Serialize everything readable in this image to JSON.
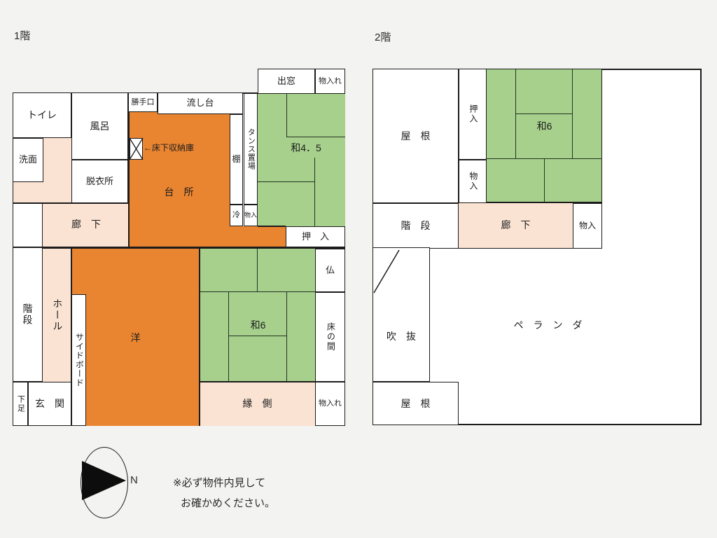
{
  "titles": {
    "floor1": "1階",
    "floor2": "2階"
  },
  "palette": {
    "tatami_green": "#a6d08c",
    "wood_orange": "#e98531",
    "corridor_pink": "#fae3d3",
    "wall_black": "#1c1c1c",
    "background": "#f3f3f1",
    "room_white": "#ffffff"
  },
  "f1": {
    "toilet": "トイレ",
    "bath": "風呂",
    "kitchen_door": "勝手口",
    "sink": "流し台",
    "bay_window": "出窓",
    "closet_top": "物入れ",
    "washstand": "洗面",
    "underfloor_label": "←床下収納庫",
    "dressing": "脱衣所",
    "kitchen": "台　所",
    "shelf": "棚",
    "tansu": "タンス置場",
    "fridge": "冷",
    "closet_small": "物入",
    "wa45": "和4．5",
    "oshiire": "押　入",
    "corridor": "廊　下",
    "stairs": "階段",
    "hall": "ホール",
    "sideboard": "サイドボード",
    "west_room": "洋",
    "wa6": "和6",
    "butsudan": "仏",
    "tokonoma": "床の間",
    "engawa": "縁　側",
    "closet_back": "物入れ",
    "geta": "下足",
    "entrance": "玄　関"
  },
  "f2": {
    "roof_top": "屋　根",
    "oshiire": "押入",
    "wa6": "和6",
    "closet_left": "物入",
    "stairs": "階　段",
    "corridor": "廊　下",
    "closet_right": "物入",
    "void": "吹　抜",
    "veranda": "ペ　ラ　ン　ダ",
    "roof_bottom": "屋　根"
  },
  "compass": {
    "north": "N"
  },
  "note": {
    "line1": "※必ず物件内見して",
    "line2": "お確かめください。"
  }
}
